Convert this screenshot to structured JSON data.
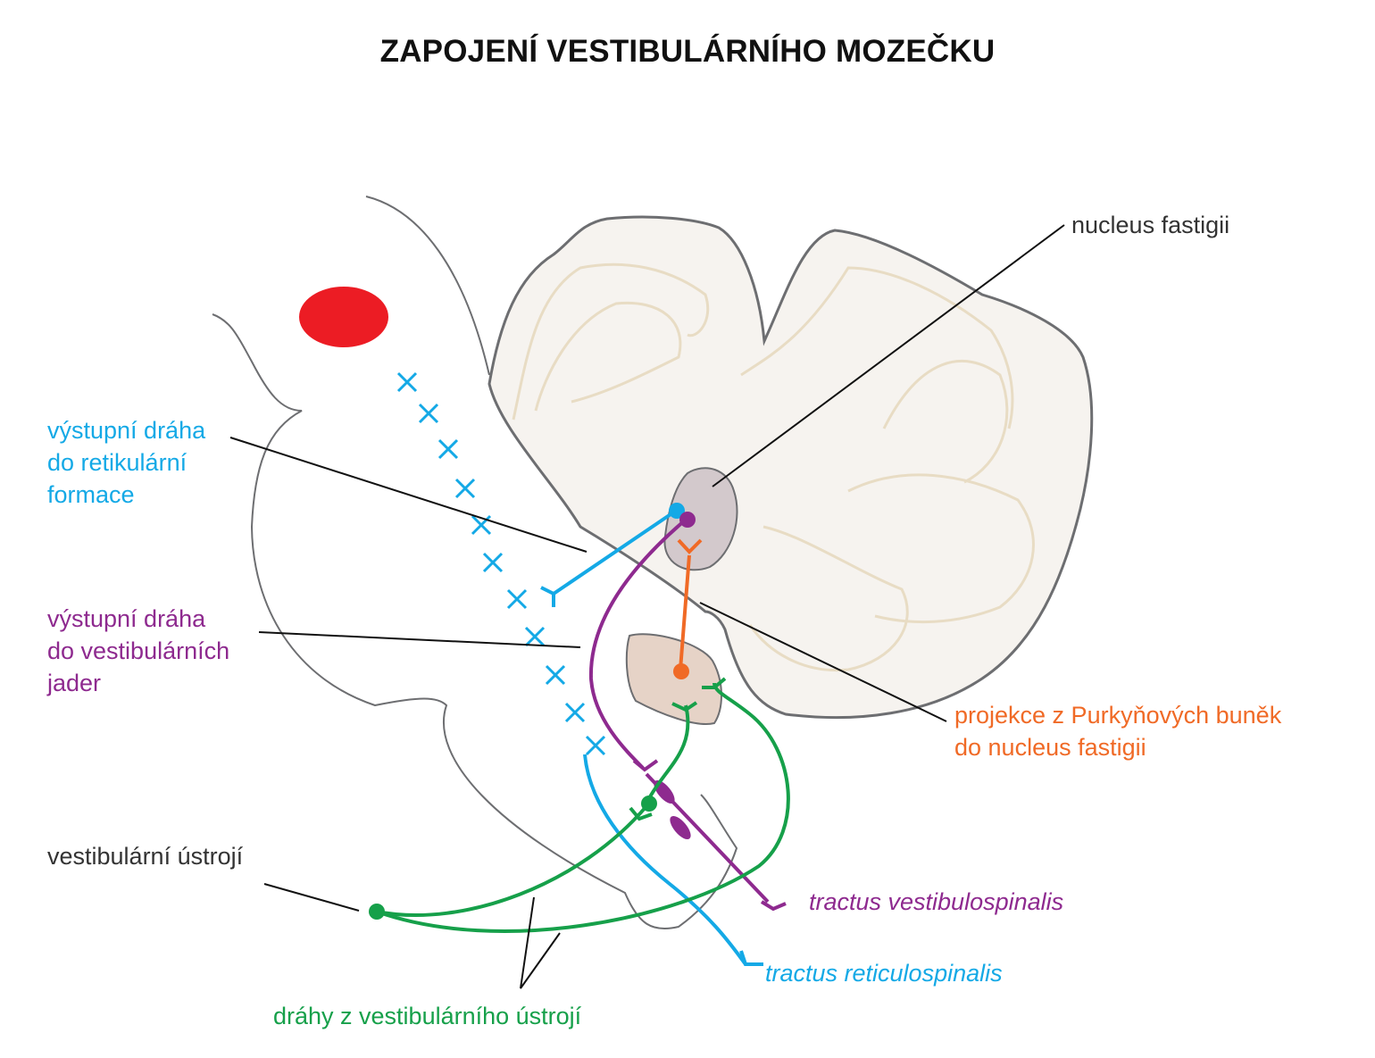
{
  "title": "ZAPOJENÍ VESTIBULÁRNÍHO MOZEČKU",
  "colors": {
    "blue": "#14a9e6",
    "purple": "#8e2a8f",
    "orange": "#f06a26",
    "green": "#16a04a",
    "red": "#ec1c24",
    "dark": "#333333",
    "outline": "#6d6e71",
    "cerebellum_fill": "#f6f3ef",
    "folia": "#e8dcc4",
    "nucleus_fastigii": "#d3c9cc",
    "vestibular_nuclei": "#e6d3c7"
  },
  "labels": {
    "nucleus_fastigii": "nucleus fastigii",
    "reticular_output": "výstupní dráha\ndo retikulární\nformace",
    "vestibular_output": "výstupní dráha\ndo vestibulárních\njader",
    "vestibular_organ": "vestibulární ústrojí",
    "purkinje_projection": "projekce z Purkyňových buněk\ndo nucleus fastigii",
    "tractus_vestibulospinalis": "tractus vestibulospinalis",
    "tractus_reticulospinalis": "tractus reticulospinalis",
    "vestibular_pathways": "dráhy z vestibulárního ústrojí"
  }
}
